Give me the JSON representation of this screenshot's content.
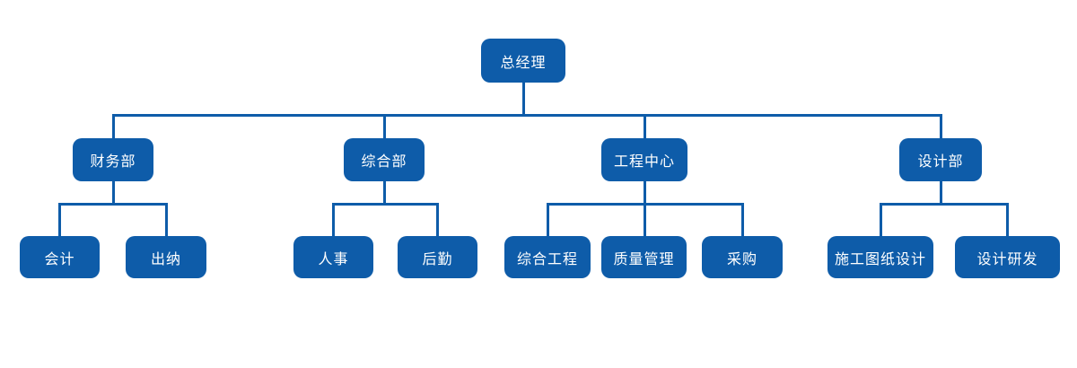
{
  "theme": {
    "node_fill": "#0e5ca9",
    "node_text": "#ffffff",
    "line_color": "#0e5ca9",
    "background": "#ffffff"
  },
  "diagram": {
    "type": "org-chart",
    "root": {
      "label": "总经理",
      "children": [
        {
          "label": "财务部",
          "children": [
            {
              "label": "会计"
            },
            {
              "label": "出纳"
            }
          ]
        },
        {
          "label": "综合部",
          "children": [
            {
              "label": "人事"
            },
            {
              "label": "后勤"
            }
          ]
        },
        {
          "label": "工程中心",
          "children": [
            {
              "label": "综合工程"
            },
            {
              "label": "质量管理"
            },
            {
              "label": "采购"
            }
          ]
        },
        {
          "label": "设计部",
          "children": [
            {
              "label": "施工图纸设计"
            },
            {
              "label": "设计研发"
            }
          ]
        }
      ]
    }
  }
}
